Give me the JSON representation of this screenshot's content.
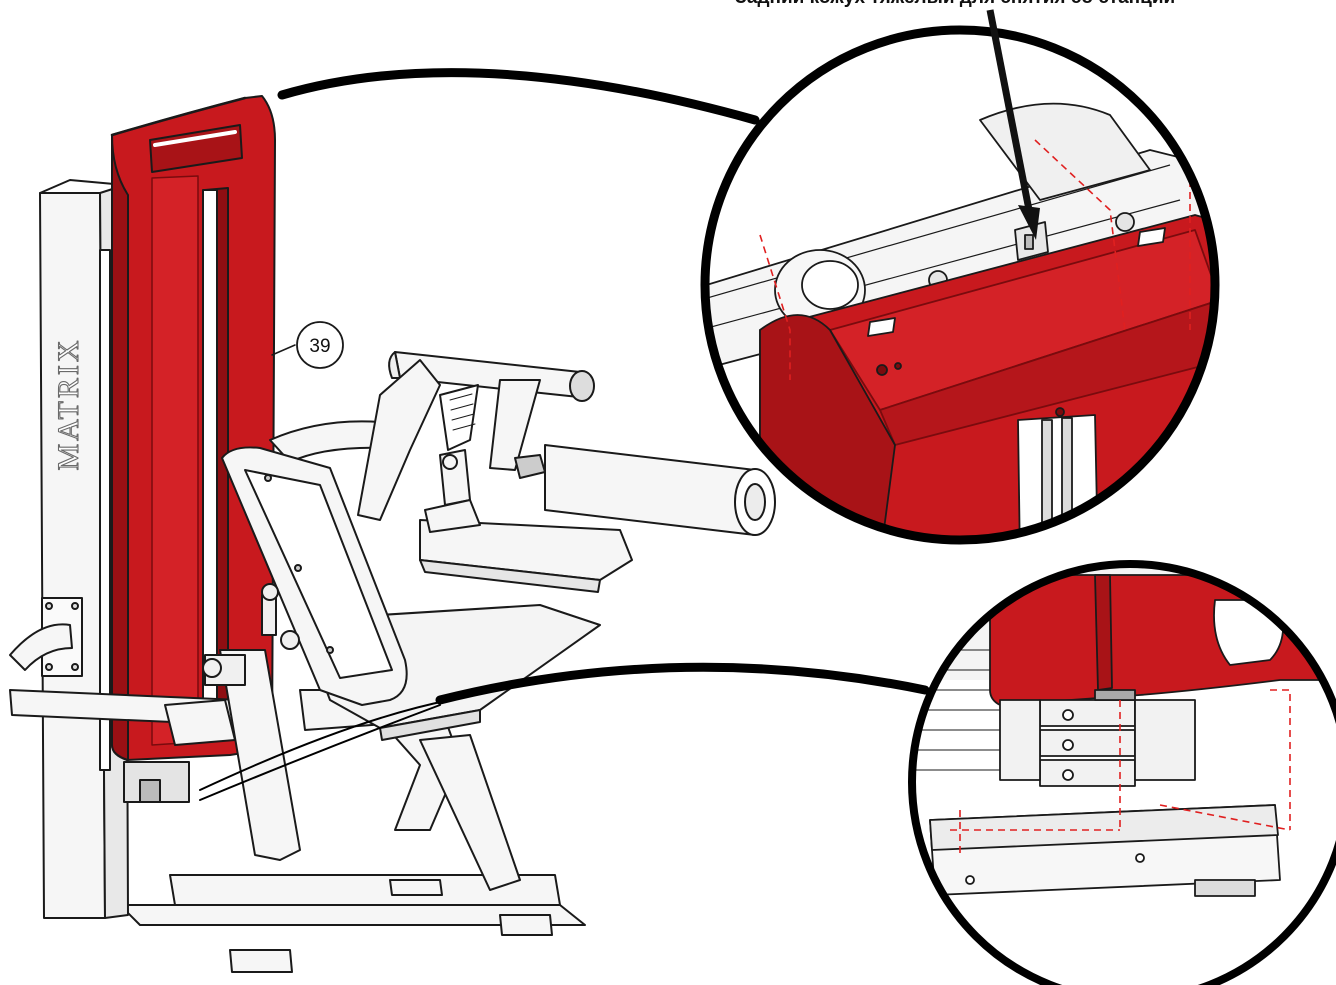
{
  "figure": {
    "top_caption": "Задний кожух тяжелый для снятия со станции",
    "callout_number": "39",
    "brand_text": "MATRIX",
    "colors": {
      "shroud_red": "#c8191e",
      "shroud_dark": "#8f0e12",
      "outline": "#1a1a1a",
      "frame_white": "#f6f6f6",
      "dashed_guide": "#e02020"
    }
  }
}
